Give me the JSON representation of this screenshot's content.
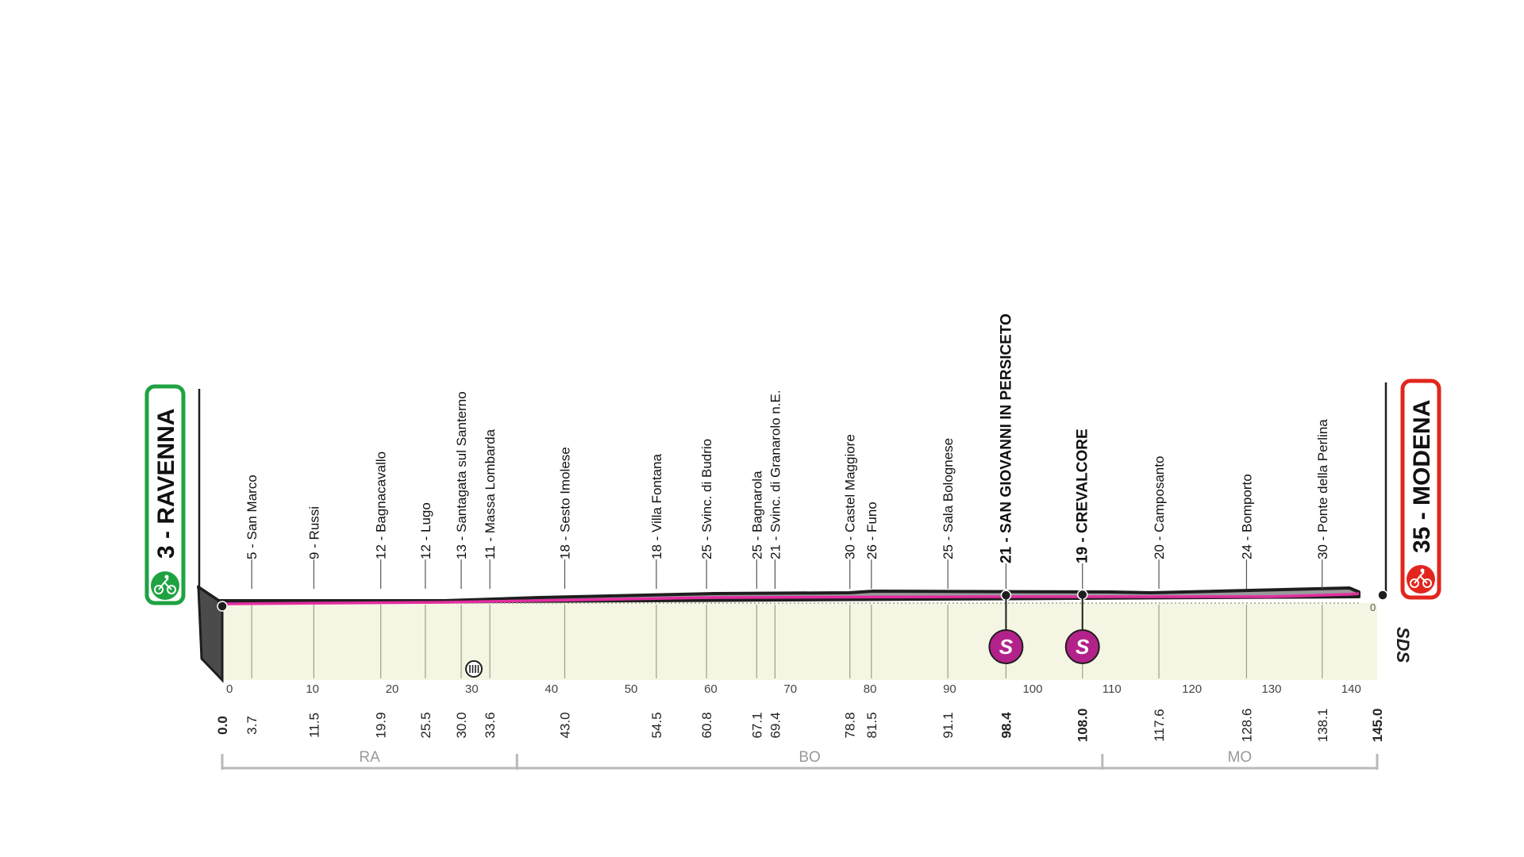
{
  "start": {
    "label": "3 - RAVENNA",
    "color": "#1fa342",
    "icon": "cyclist-icon"
  },
  "finish": {
    "label": "35 - MODENA",
    "color": "#e2261e",
    "icon": "finish-cyclist-icon"
  },
  "colors": {
    "route": "#e32da0",
    "profile_fill": "#9a9a9c",
    "ground": "#f4f6e3",
    "sprint": "#b2228a"
  },
  "axis_ticks": [
    "0",
    "10",
    "20",
    "30",
    "40",
    "50",
    "60",
    "70",
    "80",
    "90",
    "100",
    "110",
    "120",
    "130",
    "140"
  ],
  "axis_unit_km": 145,
  "zero_label": "0",
  "sds_label": "SDS",
  "sprint_symbol": "S",
  "places": [
    {
      "km": 0.0,
      "label": "0.0",
      "name": "",
      "bold": true,
      "dot": true
    },
    {
      "km": 3.7,
      "label": "3.7",
      "name": "5 - San Marco"
    },
    {
      "km": 11.5,
      "label": "11.5",
      "name": "9 - Russi"
    },
    {
      "km": 19.9,
      "label": "19.9",
      "name": "12 - Bagnacavallo"
    },
    {
      "km": 25.5,
      "label": "25.5",
      "name": "12 - Lugo"
    },
    {
      "km": 30.0,
      "label": "30.0",
      "name": "13 - Santagata sul Santerno"
    },
    {
      "km": 33.6,
      "label": "33.6",
      "name": "11 - Massa Lombarda"
    },
    {
      "km": 43.0,
      "label": "43.0",
      "name": "18 - Sesto Imolese"
    },
    {
      "km": 54.5,
      "label": "54.5",
      "name": "18 - Villa Fontana"
    },
    {
      "km": 60.8,
      "label": "60.8",
      "name": "25 - Svinc. di Budrio"
    },
    {
      "km": 67.1,
      "label": "67.1",
      "name": "25 - Bagnarola"
    },
    {
      "km": 69.4,
      "label": "69.4",
      "name": "21 - Svinc. di Granarolo n.E."
    },
    {
      "km": 78.8,
      "label": "78.8",
      "name": "30 - Castel Maggiore"
    },
    {
      "km": 81.5,
      "label": "81.5",
      "name": "26 - Funo"
    },
    {
      "km": 91.1,
      "label": "91.1",
      "name": "25 - Sala Bolognese"
    },
    {
      "km": 98.4,
      "label": "98.4",
      "name": "21 - SAN GIOVANNI IN PERSICETO",
      "bold": true,
      "dot": true,
      "sprint": true
    },
    {
      "km": 108.0,
      "label": "108.0",
      "name": "19 - CREVALCORE",
      "bold": true,
      "dot": true,
      "sprint": true
    },
    {
      "km": 117.6,
      "label": "117.6",
      "name": "20 - Camposanto"
    },
    {
      "km": 128.6,
      "label": "128.6",
      "name": "24 - Bomporto"
    },
    {
      "km": 138.1,
      "label": "138.1",
      "name": "30 - Ponte della Perlina"
    },
    {
      "km": 145.0,
      "label": "145.0",
      "name": "",
      "bold": true,
      "dot": true
    }
  ],
  "provinces": [
    {
      "code": "RA",
      "from": 0,
      "to": 37
    },
    {
      "code": "BO",
      "from": 37,
      "to": 110.5
    },
    {
      "code": "MO",
      "from": 110.5,
      "to": 145
    }
  ]
}
